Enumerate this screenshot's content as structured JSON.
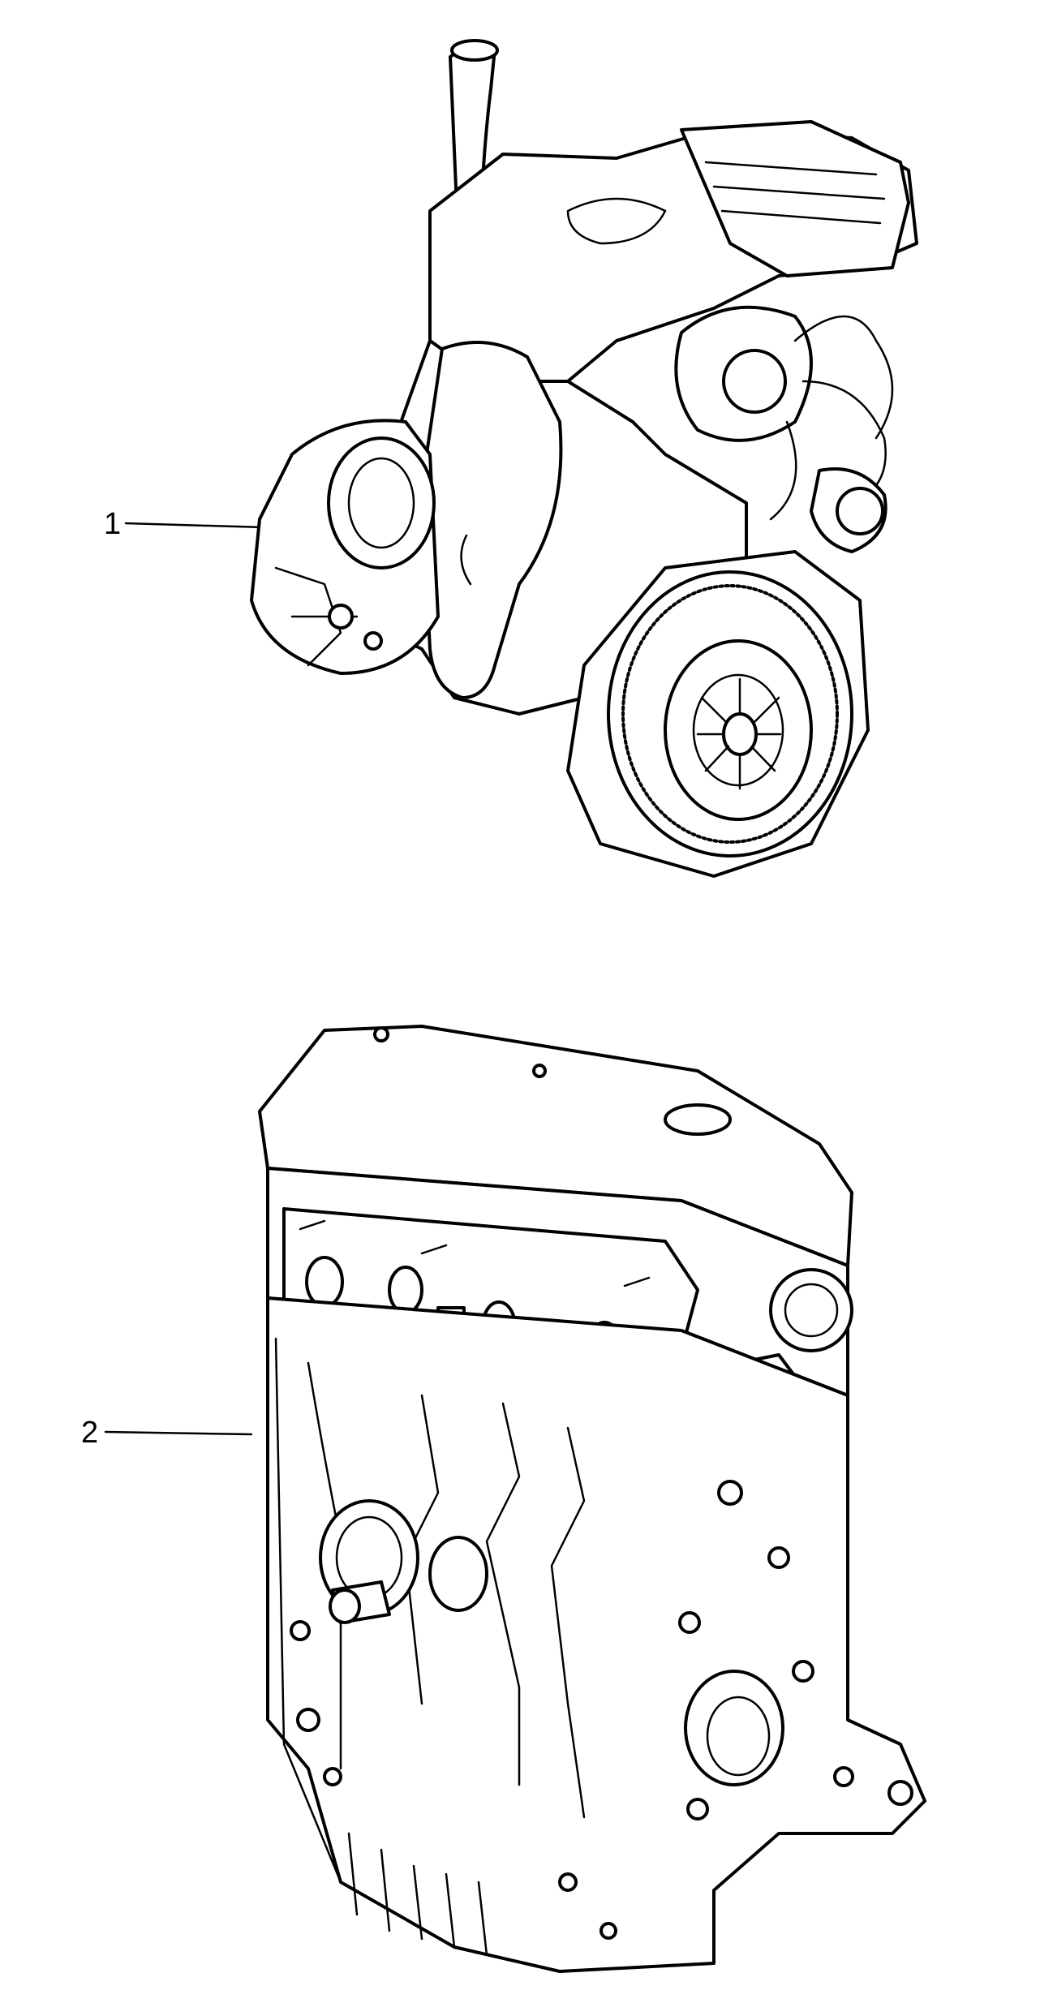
{
  "callouts": [
    {
      "label": "1"
    },
    {
      "label": "2"
    }
  ],
  "colors": {
    "ink": "#000000",
    "paper": "#ffffff"
  },
  "parts": [
    {
      "name": "complete-engine-assembly",
      "callout": "1"
    },
    {
      "name": "short-engine-block",
      "callout": "2"
    }
  ]
}
